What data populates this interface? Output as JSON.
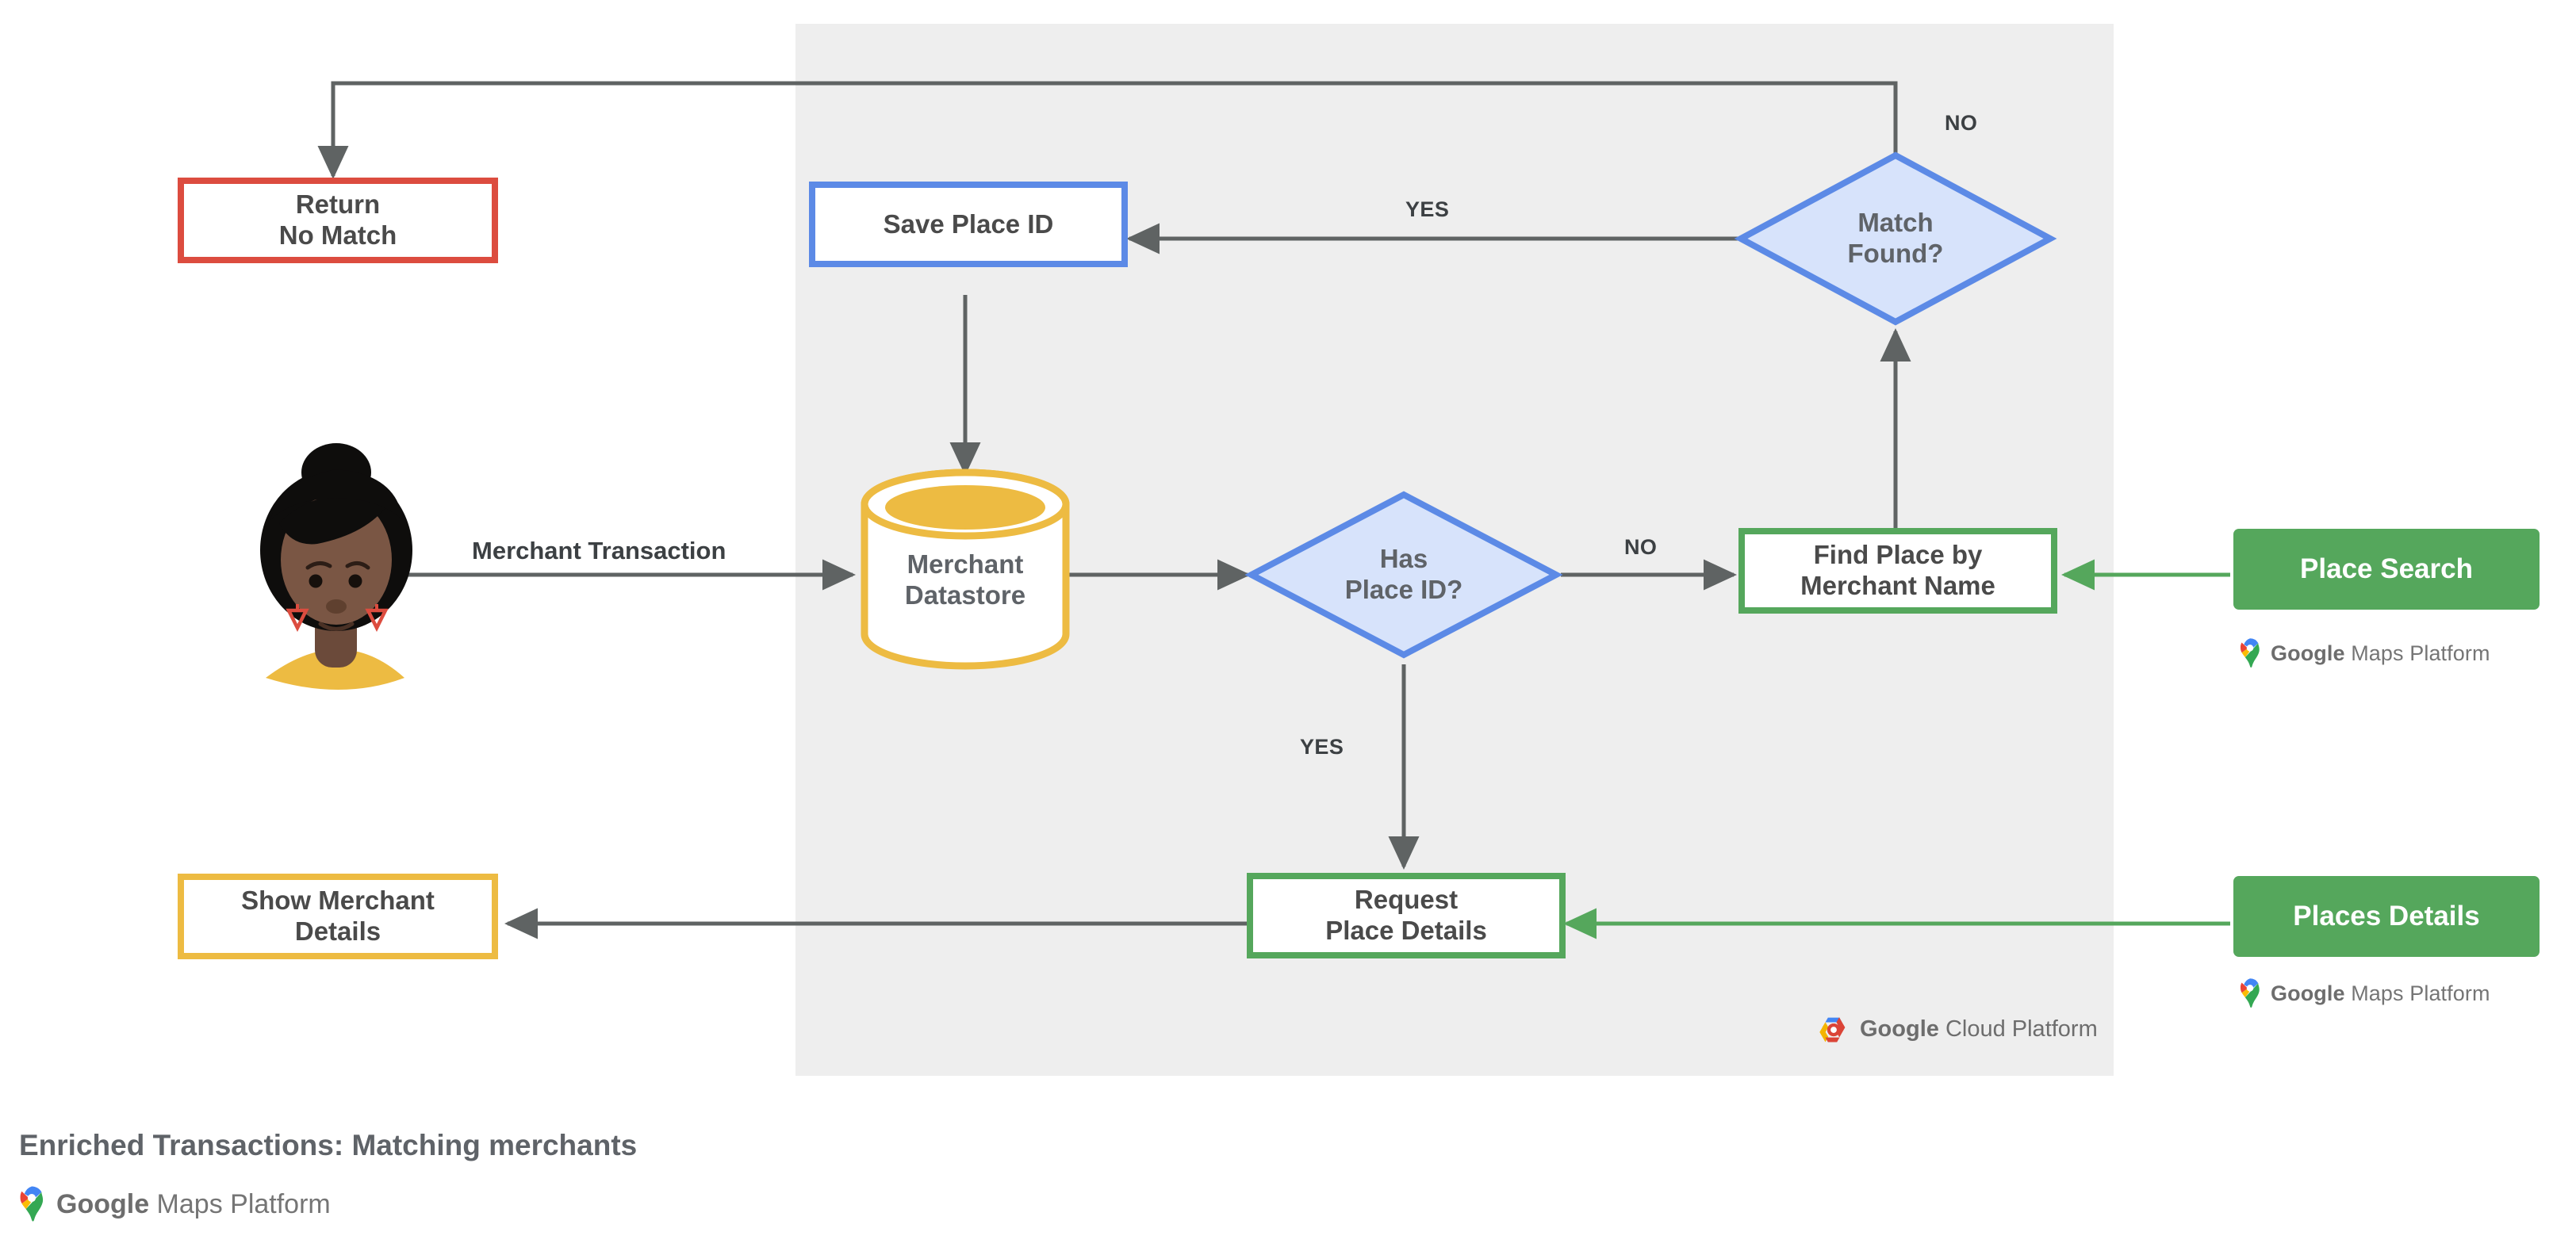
{
  "diagram": {
    "caption": "Enriched Transactions: Matching merchants",
    "panel_label": "Google Cloud Platform",
    "brand_colors": {
      "red": "#dc4c3f",
      "blue": "#5c8ae6",
      "blue_fill": "#d7e3fb",
      "green": "#55a75c",
      "yellow": "#edbb42",
      "gray_panel": "#eeeeee",
      "line": "#5f6363",
      "text": "#5f6368"
    },
    "nodes": {
      "return_no_match": {
        "label": "Return\nNo Match",
        "shape": "rect",
        "color": "#dc4c3f"
      },
      "save_place_id": {
        "label": "Save Place ID",
        "shape": "rect",
        "color": "#5c8ae6"
      },
      "match_found": {
        "label": "Match\nFound?",
        "shape": "diamond",
        "color": "#5c8ae6"
      },
      "merchant_datastore": {
        "label": "Merchant\nDatastore",
        "shape": "cylinder",
        "color": "#edbb42"
      },
      "has_place_id": {
        "label": "Has\nPlace ID?",
        "shape": "diamond",
        "color": "#5c8ae6"
      },
      "find_place": {
        "label": "Find Place by\nMerchant Name",
        "shape": "rect",
        "color": "#55a75c"
      },
      "request_place_details": {
        "label": "Request\nPlace Details",
        "shape": "rect",
        "color": "#55a75c"
      },
      "show_merchant_details": {
        "label": "Show Merchant\nDetails",
        "shape": "rect",
        "color": "#edbb42"
      },
      "place_search": {
        "label": "Place Search",
        "shape": "button",
        "color": "#55a75c"
      },
      "places_details": {
        "label": "Places Details",
        "shape": "button",
        "color": "#55a75c"
      },
      "customer": {
        "label": "customer-avatar",
        "shape": "avatar"
      }
    },
    "edge_labels": {
      "merchant_transaction": "Merchant Transaction",
      "has_place_id_no": "NO",
      "has_place_id_yes": "YES",
      "match_found_yes": "YES",
      "match_found_no": "NO"
    },
    "product_lockups": {
      "place_search": {
        "brand": "Google",
        "product": " Maps Platform"
      },
      "places_details": {
        "brand": "Google",
        "product": " Maps Platform"
      },
      "footer": {
        "brand": "Google",
        "product": " Maps Platform"
      },
      "cloud": {
        "brand": "Google",
        "product": " Cloud Platform"
      }
    }
  }
}
